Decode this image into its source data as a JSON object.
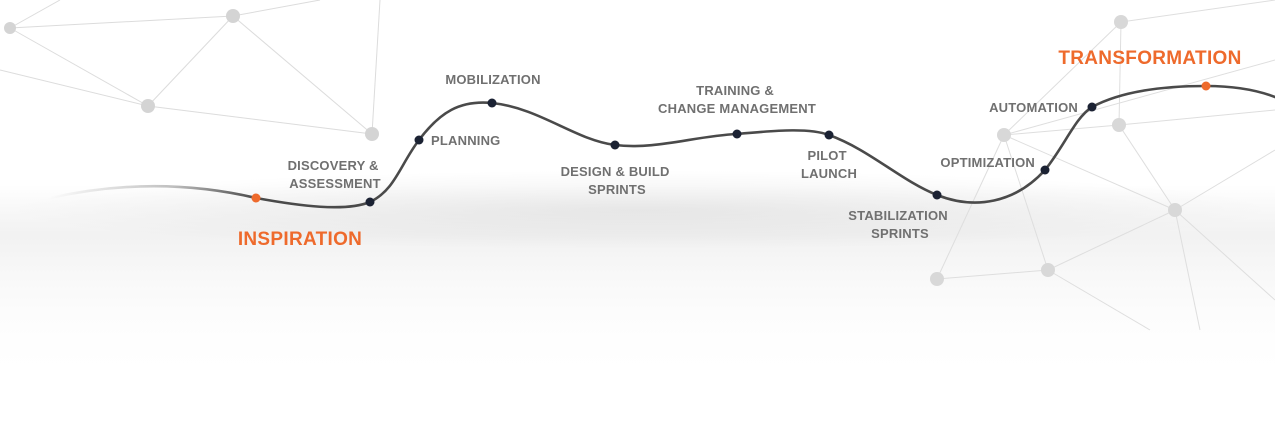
{
  "colors": {
    "accent": "#ee6a2c",
    "curve": "#4a4a4a",
    "milestone_dot": "#1b2233",
    "label_text": "#707070",
    "network": "#d0d0d0"
  },
  "milestones": [
    {
      "id": "inspiration",
      "label": "INSPIRATION",
      "highlight": true
    },
    {
      "id": "discovery-assessment",
      "label": "DISCOVERY & ASSESSMENT",
      "lines": [
        "DISCOVERY &",
        "ASSESSMENT"
      ],
      "highlight": false
    },
    {
      "id": "planning",
      "label": "PLANNING",
      "highlight": false
    },
    {
      "id": "mobilization",
      "label": "MOBILIZATION",
      "highlight": false
    },
    {
      "id": "design-build-sprints",
      "label": "DESIGN & BUILD SPRINTS",
      "lines": [
        "DESIGN & BUILD",
        "SPRINTS"
      ],
      "highlight": false
    },
    {
      "id": "training-change-management",
      "label": "TRAINING & CHANGE MANAGEMENT",
      "lines": [
        "TRAINING &",
        "CHANGE MANAGEMENT"
      ],
      "highlight": false
    },
    {
      "id": "pilot-launch",
      "label": "PILOT LAUNCH",
      "lines": [
        "PILOT",
        "LAUNCH"
      ],
      "highlight": false
    },
    {
      "id": "stabilization-sprints",
      "label": "STABILIZATION SPRINTS",
      "lines": [
        "STABILIZATION",
        "SPRINTS"
      ],
      "highlight": false
    },
    {
      "id": "optimization",
      "label": "OPTIMIZATION",
      "highlight": false
    },
    {
      "id": "automation",
      "label": "AUTOMATION",
      "highlight": false
    },
    {
      "id": "transformation",
      "label": "TRANSFORMATION",
      "highlight": true
    }
  ]
}
